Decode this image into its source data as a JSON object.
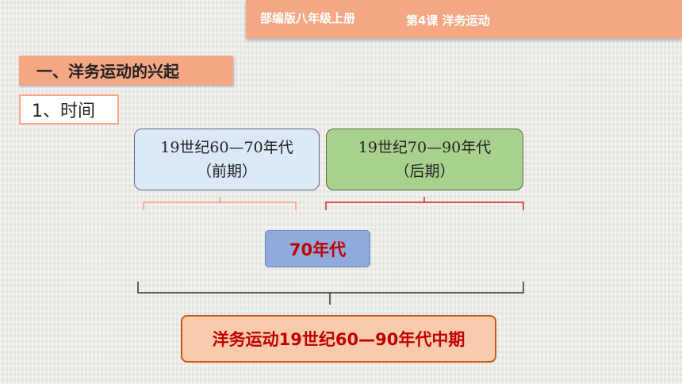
{
  "banner": {
    "book": "部编版八年级上册",
    "lesson": "第4课  洋务运动"
  },
  "section_heading": "一、洋务运动的兴起",
  "sub_heading": "1、时间",
  "periods": [
    {
      "range": "19世纪60—70年代",
      "label": "（前期）"
    },
    {
      "range": "19世纪70—90年代",
      "label": "（后期）"
    }
  ],
  "overlap_label": "70年代",
  "summary": "洋务运动19世纪60—90年代中期",
  "colors": {
    "banner": "#f3a883",
    "early_box": "#dbe8f5",
    "late_box": "#a9d18e",
    "overlap_box": "#8faadc",
    "summary_box": "#f8cbad",
    "highlight_text": "#c00000",
    "early_bracket": "#f4a070",
    "late_bracket": "#e02020"
  }
}
